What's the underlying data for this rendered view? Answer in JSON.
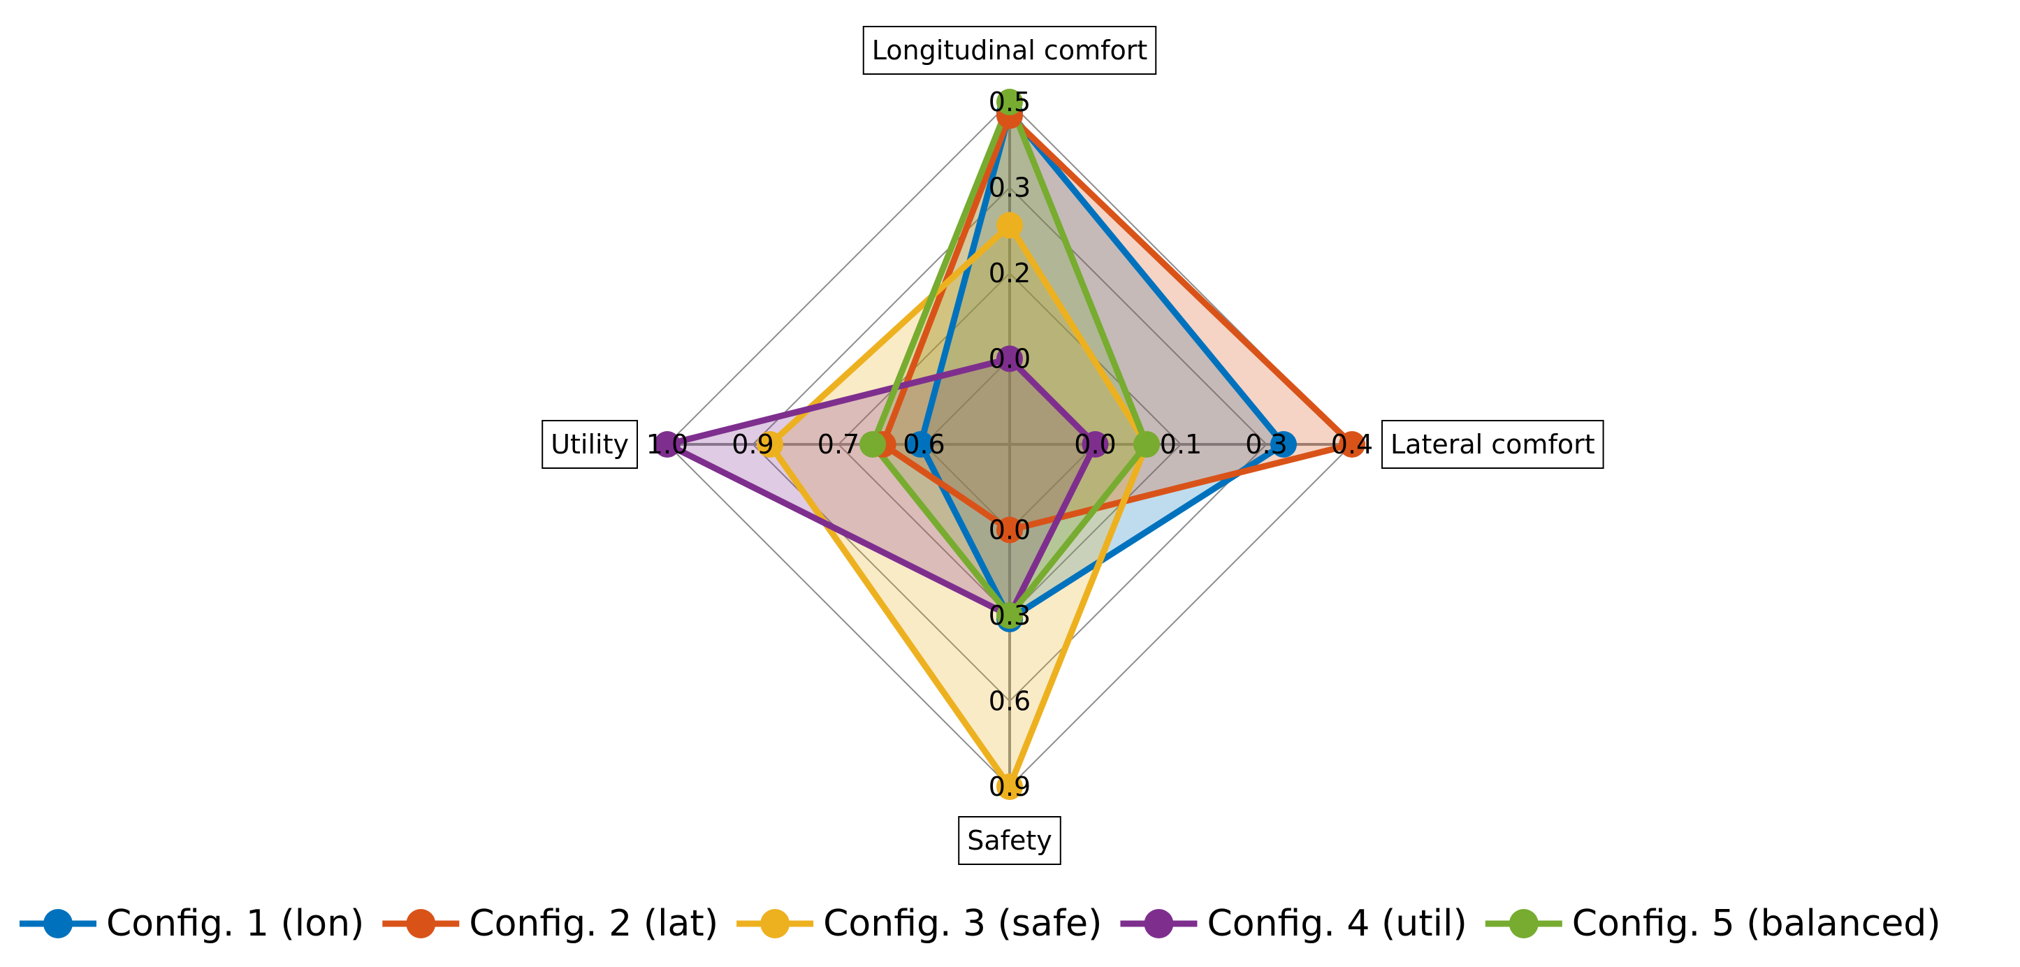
{
  "chart_data": {
    "type": "radar",
    "axes": [
      {
        "name": "Longitudinal comfort",
        "ticks": [
          "0.0",
          "0.2",
          "0.3",
          "0.5"
        ]
      },
      {
        "name": "Lateral comfort",
        "ticks": [
          "0.0",
          "0.1",
          "0.3",
          "0.4"
        ]
      },
      {
        "name": "Safety",
        "ticks": [
          "0.0",
          "0.3",
          "0.6",
          "0.9"
        ]
      },
      {
        "name": "Utility",
        "ticks": [
          "0.6",
          "0.7",
          "0.9",
          "1.0"
        ]
      }
    ],
    "series": [
      {
        "name": "Config. 1 (lon)",
        "color": "#0072BD",
        "levels": [
          0.97,
          0.8,
          0.51,
          0.26
        ]
      },
      {
        "name": "Config. 2 (lat)",
        "color": "#D95319",
        "levels": [
          0.96,
          1.0,
          0.25,
          0.37
        ]
      },
      {
        "name": "Config. 3 (safe)",
        "color": "#EDB120",
        "levels": [
          0.64,
          0.4,
          1.0,
          0.7
        ]
      },
      {
        "name": "Config. 4 (util)",
        "color": "#7E2F8E",
        "levels": [
          0.25,
          0.25,
          0.5,
          1.0
        ]
      },
      {
        "name": "Config. 5 (balanced)",
        "color": "#77AC30",
        "levels": [
          1.0,
          0.4,
          0.5,
          0.4
        ]
      }
    ],
    "grid": true,
    "legend_position": "bottom"
  }
}
